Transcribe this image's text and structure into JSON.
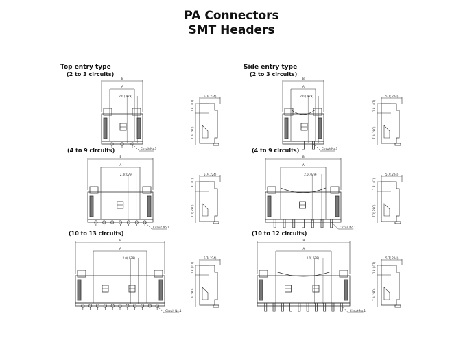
{
  "title": {
    "line1": "PA Connectors",
    "line2": "SMT Headers"
  },
  "columns": [
    {
      "heading": "Top entry type",
      "groups": [
        {
          "label": "(2 to 3 circuits)",
          "pitch": "2.0 (.079)",
          "height_top": "1.8 (.07)",
          "height_body": "7.1(.280)",
          "depth": "5.7(.224)",
          "circuit_label": "Circuit No.1",
          "dim_a": "A",
          "dim_b": "B"
        },
        {
          "label": "(4 to 9 circuits)",
          "pitch": "2.0(.079)",
          "height_top": "1.8 (.07)",
          "height_body": "7.1(.280)",
          "depth": "5.7(.224)",
          "circuit_label": "Circuit No.1",
          "dim_a": "A",
          "dim_b": "B"
        },
        {
          "label": "(10 to 13 circuits)",
          "pitch": "2.0(.079)",
          "height_top": "1.8 (.07)",
          "height_body": "7.1(.280)",
          "depth": "5.7(.224)",
          "circuit_label": "Circuit No.1",
          "dim_a": "A",
          "dim_b": "B"
        }
      ]
    },
    {
      "heading": "Side entry type",
      "groups": [
        {
          "label": "(2 to 3 circuits)",
          "pitch": "2.0 (.079)",
          "height_top": "1.8 (.07)",
          "height_body": "7.1(.280)",
          "depth": "5.7(.224)",
          "circuit_label": "Circuit No.1",
          "dim_a": "A",
          "dim_b": "B"
        },
        {
          "label": "(4 to 9 circuits)",
          "pitch": "2.0(.079)",
          "height_top": "1.8 (.07)",
          "height_body": "7.1(.280)",
          "depth": "5.7(.224)",
          "circuit_label": "Circuit No.1",
          "dim_a": "A",
          "dim_b": "B"
        },
        {
          "label": "(10 to 12 circuits)",
          "pitch": "2.0(.079)",
          "height_top": "1.8 (.07)",
          "height_body": "7.1(.280)",
          "depth": "5.7(.224)",
          "circuit_label": "Circuit No.1",
          "dim_a": "A",
          "dim_b": "B"
        }
      ]
    }
  ]
}
